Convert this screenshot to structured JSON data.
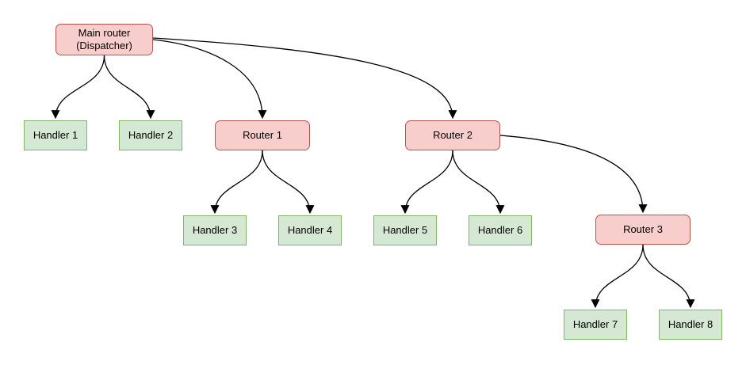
{
  "diagram": {
    "colors": {
      "router_fill": "#f8cecc",
      "router_border": "#b85450",
      "handler_fill": "#d5e8d4",
      "handler_border": "#82b366",
      "edge": "#000000",
      "background": "#ffffff"
    },
    "nodes": {
      "main": {
        "label": "Main router\n(Dispatcher)",
        "type": "router"
      },
      "h1": {
        "label": "Handler 1",
        "type": "handler"
      },
      "h2": {
        "label": "Handler 2",
        "type": "handler"
      },
      "r1": {
        "label": "Router 1",
        "type": "router"
      },
      "r2": {
        "label": "Router 2",
        "type": "router"
      },
      "h3": {
        "label": "Handler 3",
        "type": "handler"
      },
      "h4": {
        "label": "Handler 4",
        "type": "handler"
      },
      "h5": {
        "label": "Handler 5",
        "type": "handler"
      },
      "h6": {
        "label": "Handler 6",
        "type": "handler"
      },
      "r3": {
        "label": "Router 3",
        "type": "router"
      },
      "h7": {
        "label": "Handler 7",
        "type": "handler"
      },
      "h8": {
        "label": "Handler 8",
        "type": "handler"
      }
    },
    "edges": [
      {
        "from": "main",
        "to": "h1"
      },
      {
        "from": "main",
        "to": "h2"
      },
      {
        "from": "main",
        "to": "r1"
      },
      {
        "from": "main",
        "to": "r2"
      },
      {
        "from": "r1",
        "to": "h3"
      },
      {
        "from": "r1",
        "to": "h4"
      },
      {
        "from": "r2",
        "to": "h5"
      },
      {
        "from": "r2",
        "to": "h6"
      },
      {
        "from": "r2",
        "to": "r3"
      },
      {
        "from": "r3",
        "to": "h7"
      },
      {
        "from": "r3",
        "to": "h8"
      }
    ]
  }
}
